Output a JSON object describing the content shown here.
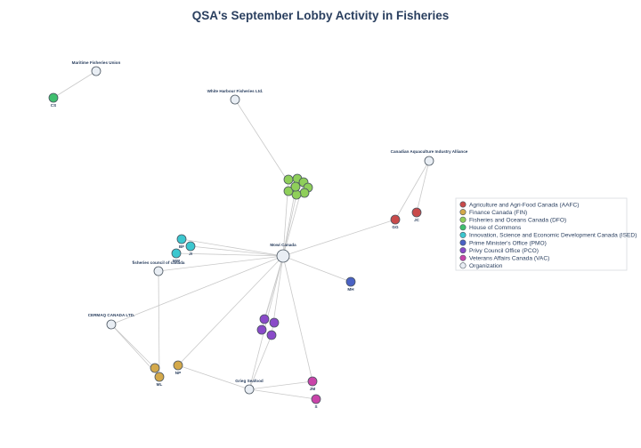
{
  "title": "QSA's September Lobby Activity in Fisheries",
  "legend": [
    {
      "key": "AAFC",
      "label": "Agriculture and Agri-Food Canada (AAFC)",
      "color": "#c94a4a"
    },
    {
      "key": "FIN",
      "label": "Finance Canada (FIN)",
      "color": "#d4a94a"
    },
    {
      "key": "DFO",
      "label": "Fisheries and Oceans Canada (DFO)",
      "color": "#8fcf5a"
    },
    {
      "key": "HOC",
      "label": "House of Commons",
      "color": "#3fbf6f"
    },
    {
      "key": "ISED",
      "label": "Innovation, Science and Economic Development Canada (ISED)",
      "color": "#3cc7cf"
    },
    {
      "key": "PMO",
      "label": "Prime Minister's Office (PMO)",
      "color": "#4a62c4"
    },
    {
      "key": "PCO",
      "label": "Privy Council Office (PCO)",
      "color": "#8a4ac9"
    },
    {
      "key": "VAC",
      "label": "Veterans Affairs Canada (VAC)",
      "color": "#c944a9"
    },
    {
      "key": "ORG",
      "label": "Organization",
      "color": "#e9eef4"
    }
  ],
  "nodes": [
    {
      "id": "mowi",
      "label": "Mowi Canada",
      "group": "ORG",
      "big": true
    },
    {
      "id": "mfu",
      "label": "Maritime Fisheries Union",
      "group": "ORG"
    },
    {
      "id": "whf",
      "label": "White Harbour Fisheries Ltd.",
      "group": "ORG"
    },
    {
      "id": "caia",
      "label": "Canadian Aquaculture Industry Alliance",
      "group": "ORG"
    },
    {
      "id": "fcc",
      "label": "fisheries council of canada",
      "group": "ORG"
    },
    {
      "id": "cermaq",
      "label": "CERMAQ CANADA LTD.",
      "group": "ORG"
    },
    {
      "id": "grieg",
      "label": "Grieg Seafood",
      "group": "ORG"
    },
    {
      "id": "cs",
      "label": "CS",
      "group": "HOC"
    },
    {
      "id": "gg",
      "label": "GG",
      "group": "AAFC"
    },
    {
      "id": "jc",
      "label": "JC",
      "group": "AAFC"
    },
    {
      "id": "mh",
      "label": "MH",
      "group": "PMO"
    },
    {
      "id": "bf",
      "label": "BF",
      "group": "ISED"
    },
    {
      "id": "ji",
      "label": "JI",
      "group": "ISED"
    },
    {
      "id": "mw",
      "label": "MW",
      "group": "ISED"
    },
    {
      "id": "np",
      "label": "NP",
      "group": "FIN"
    },
    {
      "id": "ml",
      "label": "ML",
      "group": "FIN"
    },
    {
      "id": "fin3",
      "label": "",
      "group": "FIN"
    },
    {
      "id": "dfo1",
      "label": "",
      "group": "DFO"
    },
    {
      "id": "dfo2",
      "label": "",
      "group": "DFO"
    },
    {
      "id": "dfo3",
      "label": "",
      "group": "DFO"
    },
    {
      "id": "dfo4",
      "label": "",
      "group": "DFO"
    },
    {
      "id": "dfo5",
      "label": "",
      "group": "DFO"
    },
    {
      "id": "dfo6",
      "label": "",
      "group": "DFO"
    },
    {
      "id": "dfo7",
      "label": "",
      "group": "DFO"
    },
    {
      "id": "dfo8",
      "label": "",
      "group": "DFO"
    },
    {
      "id": "pco1",
      "label": "",
      "group": "PCO"
    },
    {
      "id": "pco2",
      "label": "",
      "group": "PCO"
    },
    {
      "id": "pco3",
      "label": "",
      "group": "PCO"
    },
    {
      "id": "pco4",
      "label": "",
      "group": "PCO"
    },
    {
      "id": "jm",
      "label": "JM",
      "group": "VAC"
    },
    {
      "id": "vac2",
      "label": "S",
      "group": "VAC"
    }
  ],
  "edges": [
    [
      "mfu",
      "cs"
    ],
    [
      "caia",
      "gg"
    ],
    [
      "caia",
      "jc"
    ],
    [
      "whf",
      "dfo6"
    ],
    [
      "mowi",
      "dfo1"
    ],
    [
      "mowi",
      "dfo2"
    ],
    [
      "mowi",
      "dfo3"
    ],
    [
      "mowi",
      "dfo6"
    ],
    [
      "mowi",
      "gg"
    ],
    [
      "mowi",
      "mh"
    ],
    [
      "mowi",
      "bf"
    ],
    [
      "mowi",
      "ji"
    ],
    [
      "mowi",
      "mw"
    ],
    [
      "mowi",
      "pco1"
    ],
    [
      "mowi",
      "pco3"
    ],
    [
      "mowi",
      "pco4"
    ],
    [
      "mowi",
      "jm"
    ],
    [
      "mowi",
      "np"
    ],
    [
      "mowi",
      "grieg"
    ],
    [
      "mowi",
      "fcc"
    ],
    [
      "mowi",
      "cermaq"
    ],
    [
      "fcc",
      "ml"
    ],
    [
      "cermaq",
      "ml"
    ],
    [
      "cermaq",
      "fin3"
    ],
    [
      "grieg",
      "np"
    ],
    [
      "grieg",
      "pco4"
    ],
    [
      "grieg",
      "jm"
    ],
    [
      "grieg",
      "vac2"
    ]
  ]
}
